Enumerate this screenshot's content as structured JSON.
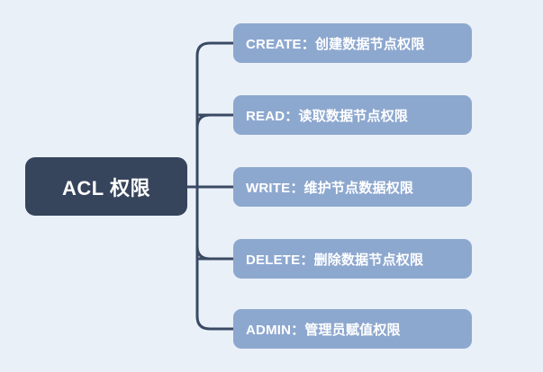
{
  "diagram": {
    "type": "mindmap",
    "title": "ACL 权限",
    "background_color": "#e9f0f8",
    "root": {
      "label": "ACL 权限",
      "fill_color": "#36445c",
      "text_color": "#ffffff"
    },
    "connector": {
      "color": "#3a4a63",
      "width": 3
    },
    "children": [
      {
        "label": "CREATE：创建数据节点权限",
        "fill_color": "#8da8cf",
        "text_color": "#ffffff"
      },
      {
        "label": "READ：读取数据节点权限",
        "fill_color": "#8da8cf",
        "text_color": "#ffffff"
      },
      {
        "label": "WRITE：维护节点数据权限",
        "fill_color": "#8da8cf",
        "text_color": "#ffffff"
      },
      {
        "label": "DELETE：删除数据节点权限",
        "fill_color": "#8da8cf",
        "text_color": "#ffffff"
      },
      {
        "label": "ADMIN：管理员赋值权限",
        "fill_color": "#8da8cf",
        "text_color": "#ffffff"
      }
    ]
  }
}
